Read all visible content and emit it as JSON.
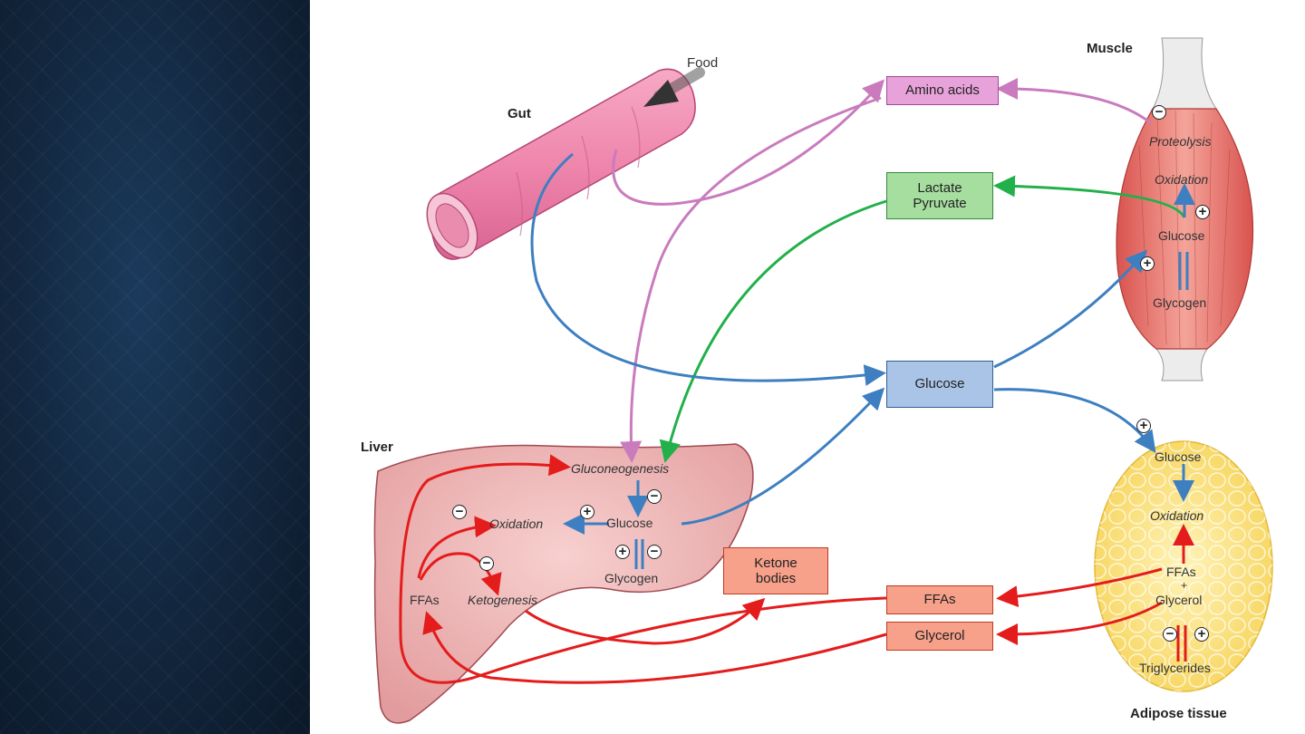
{
  "organs": {
    "gut": "Gut",
    "muscle": "Muscle",
    "liver": "Liver",
    "adipose": "Adipose tissue",
    "food": "Food"
  },
  "boxes": {
    "amino_acids": "Amino acids",
    "lactate_pyruvate": "Lactate\nPyruvate",
    "glucose": "Glucose",
    "ketone_bodies": "Ketone\nbodies",
    "ffas": "FFAs",
    "glycerol": "Glycerol"
  },
  "muscle_labels": {
    "proteolysis": "Proteolysis",
    "oxidation": "Oxidation",
    "glucose": "Glucose",
    "glycogen": "Glycogen"
  },
  "liver_labels": {
    "gluconeogenesis": "Gluconeogenesis",
    "oxidation": "Oxidation",
    "glucose": "Glucose",
    "glycogen": "Glycogen",
    "ffas": "FFAs",
    "ketogenesis": "Ketogenesis"
  },
  "adipose_labels": {
    "glucose": "Glucose",
    "oxidation": "Oxidation",
    "ffas": "FFAs",
    "plus": "+",
    "glycerol": "Glycerol",
    "triglycerides": "Triglycerides"
  },
  "signs": {
    "plus": "+",
    "minus": "−"
  },
  "colors": {
    "protein": "#c97bbd",
    "lactate": "#22b04a",
    "glucose": "#3d7fc0",
    "fat": "#e41c1c",
    "amino_box_fill": "#e7a3d9",
    "lactate_box_fill": "#a6dea0",
    "glucose_box_fill": "#a9c4e6",
    "fat_box_fill": "#f7a08a"
  }
}
